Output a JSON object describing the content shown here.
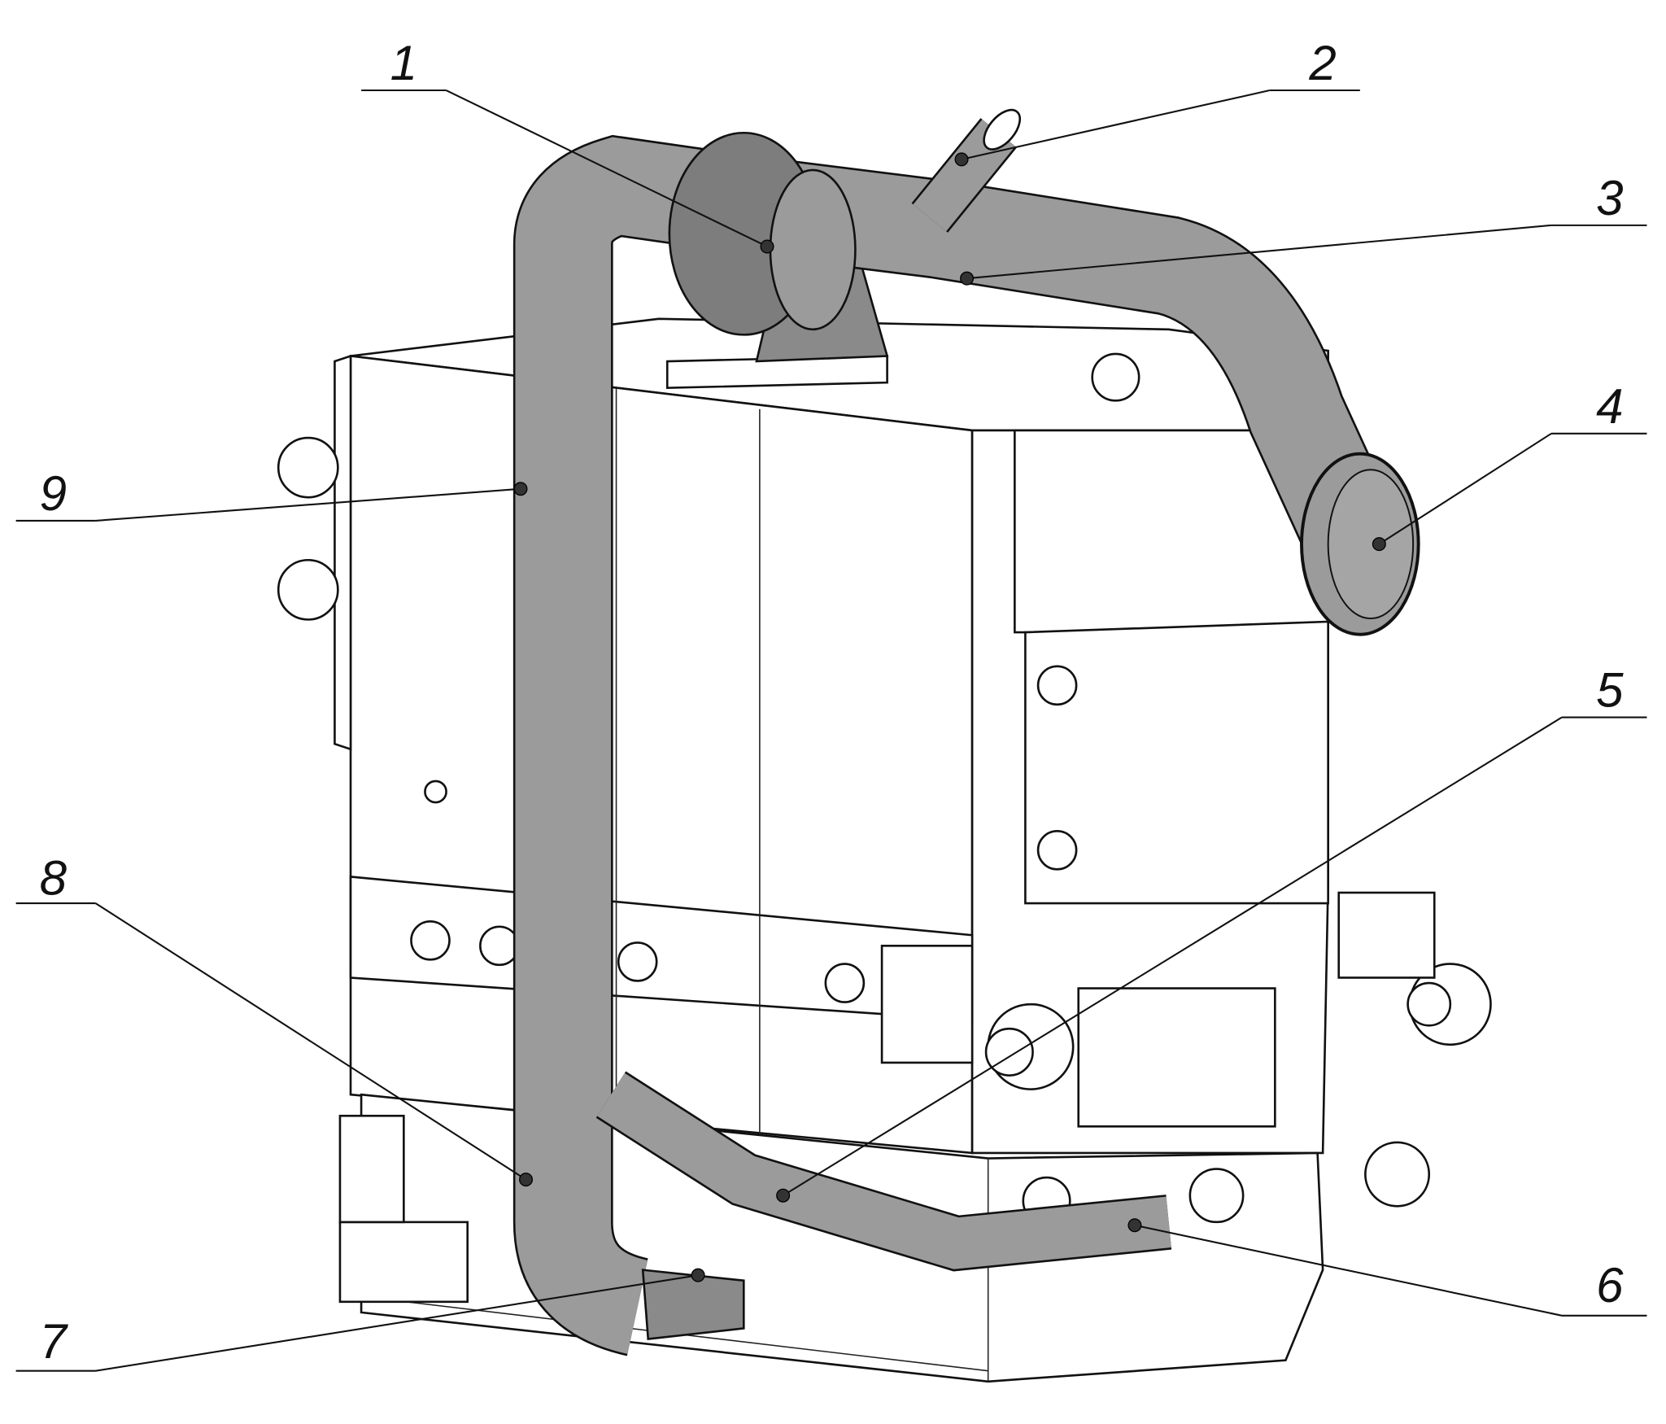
{
  "figure": {
    "callouts": [
      {
        "label": "1"
      },
      {
        "label": "2"
      },
      {
        "label": "3"
      },
      {
        "label": "4"
      },
      {
        "label": "5"
      },
      {
        "label": "6"
      },
      {
        "label": "7"
      },
      {
        "label": "8"
      },
      {
        "label": "9"
      }
    ],
    "colors": {
      "pipe": "#9b9b9b",
      "pipe_dark": "#7d7d7d",
      "line": "#111111",
      "background": "#ffffff"
    }
  }
}
